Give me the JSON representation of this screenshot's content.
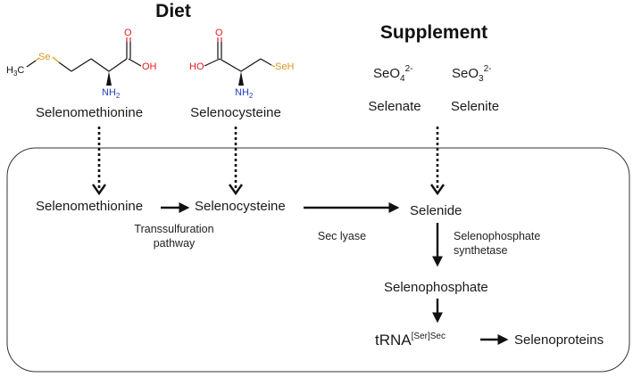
{
  "headings": {
    "diet": "Diet",
    "supplement": "Supplement"
  },
  "molecules": {
    "selenomethionine": {
      "name": "Selenomethionine",
      "atoms": {
        "ch3": "H",
        "ch3_sub": "3",
        "ch3_c": "C",
        "se": "Se",
        "o": "O",
        "oh": "OH",
        "nh2": "NH",
        "nh2_sub": "2"
      }
    },
    "selenocysteine": {
      "name": "Selenocysteine",
      "atoms": {
        "ho": "HO",
        "o": "O",
        "seh": "SeH",
        "nh2": "NH",
        "nh2_sub": "2"
      }
    }
  },
  "supplements": {
    "selenate": {
      "formula": "SeO",
      "sub": "4",
      "sup": "2-",
      "name": "Selenate"
    },
    "selenite": {
      "formula": "SeO",
      "sub": "3",
      "sup": "2-",
      "name": "Selenite"
    }
  },
  "pathway": {
    "selenomethionine": "Selenomethionine",
    "selenocysteine": "Selenocysteine",
    "selenide": "Selenide",
    "selenophosphate": "Selenophosphate",
    "trna": "tRNA",
    "trna_sup": "[Ser]Sec",
    "selenoproteins": "Selenoproteins",
    "transsulfuration_1": "Transsulfuration",
    "transsulfuration_2": "pathway",
    "sec_lyase": "Sec lyase",
    "synthetase_1": "Selenophosphate",
    "synthetase_2": "synthetase"
  }
}
